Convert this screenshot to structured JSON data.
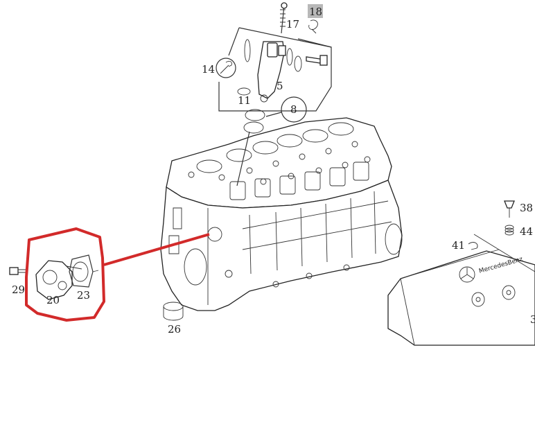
{
  "callouts": {
    "c17": "17",
    "c18": "18",
    "c14": "14",
    "c5": "5",
    "c11": "11",
    "c8": "8",
    "c38": "38",
    "c44": "44",
    "c41": "41",
    "c29": "29",
    "c20": "20",
    "c23": "23",
    "c26": "26",
    "c3": "3"
  },
  "cover_text": "MercedesBenz",
  "colors": {
    "highlight": "#d22a2a",
    "callout_highlight_bg": "#b8b8b8",
    "line": "#333333"
  },
  "icons": [
    "injector-assembly-icon",
    "wrench-icon",
    "mercedes-star-icon"
  ]
}
